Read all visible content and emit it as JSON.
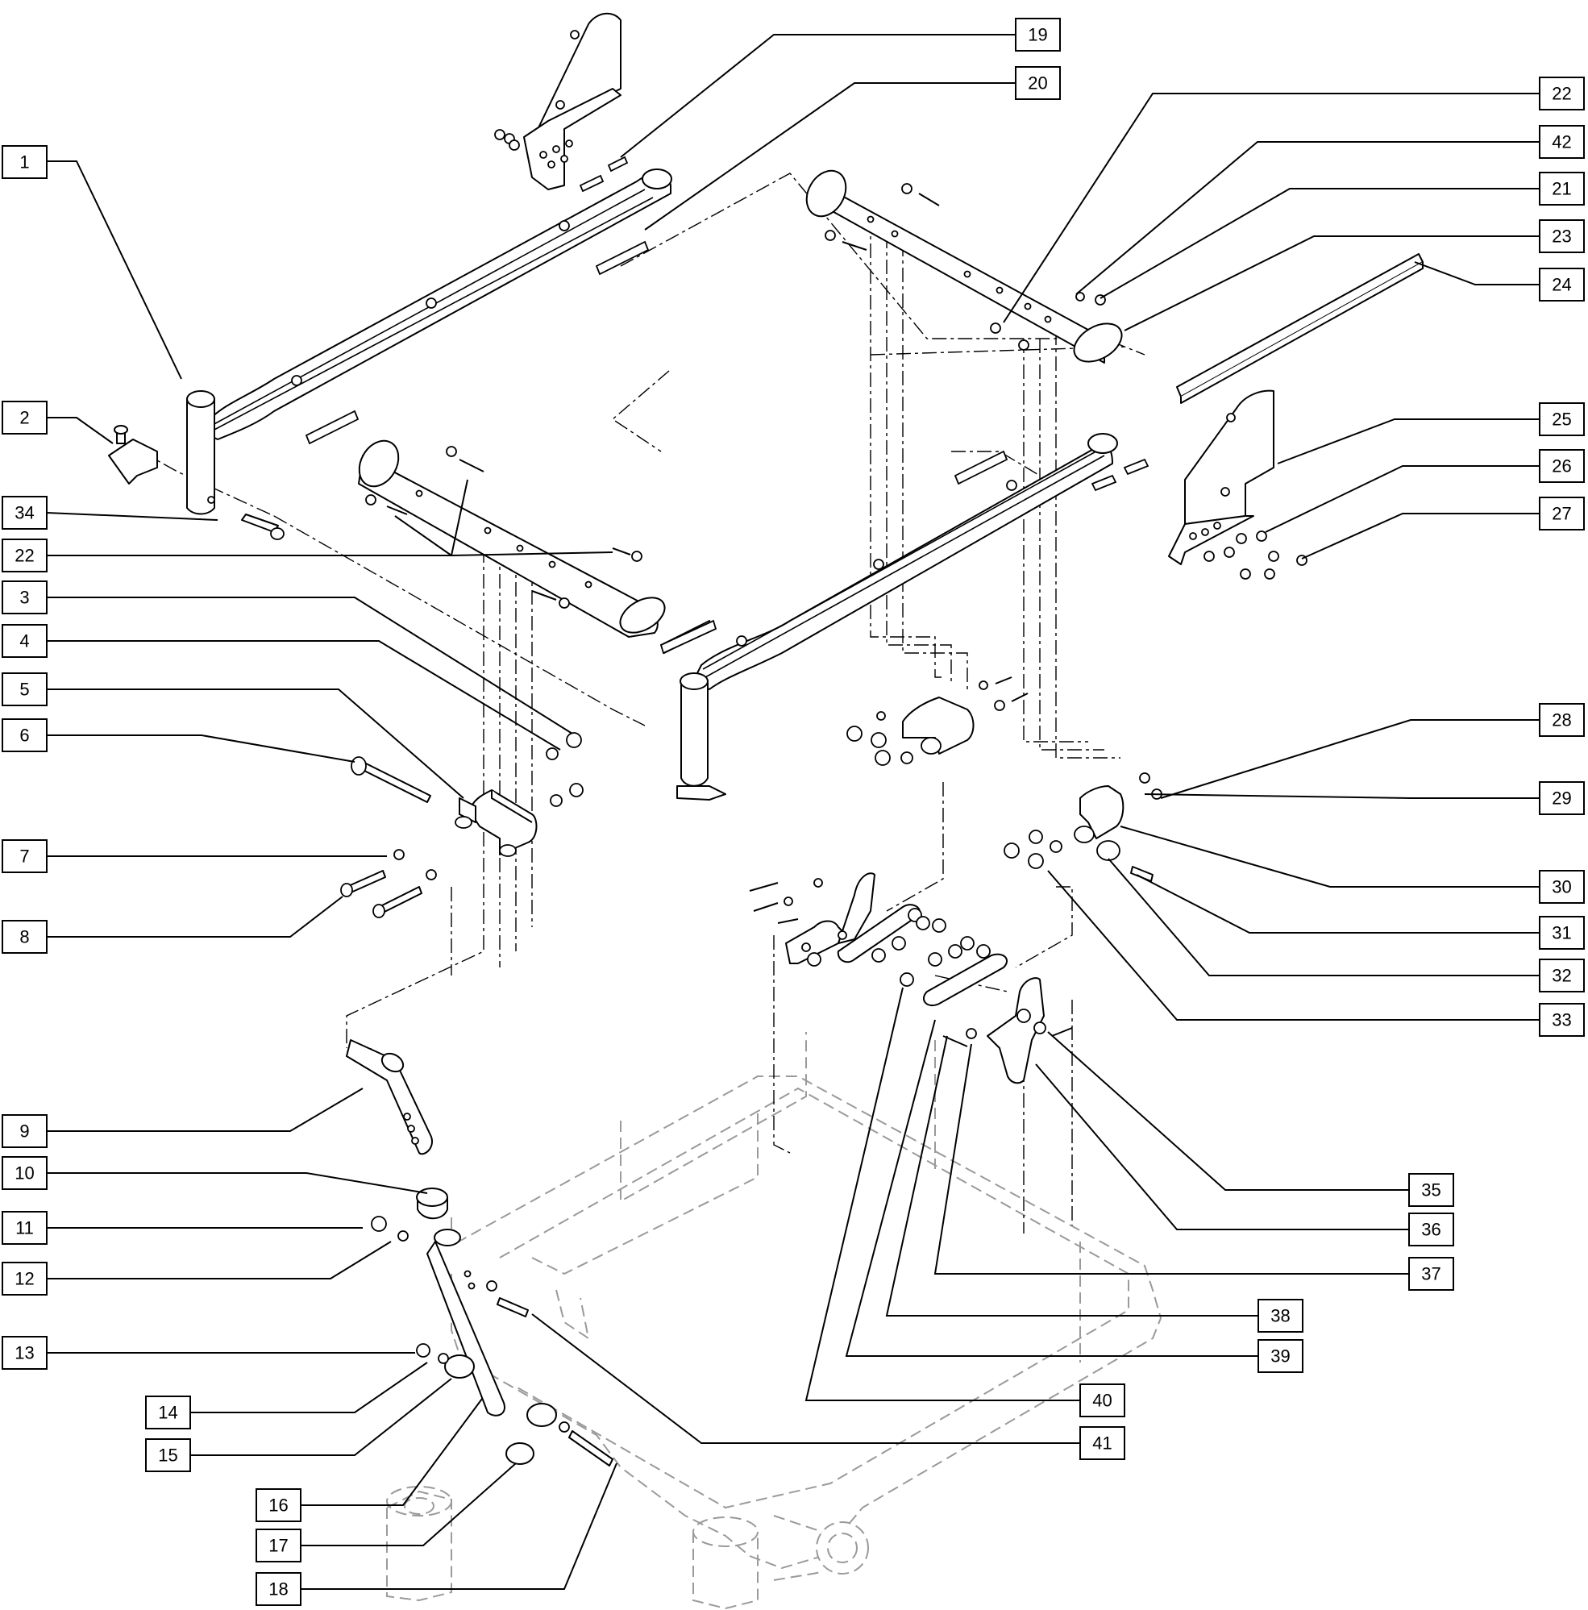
{
  "diagram": {
    "callouts": [
      {
        "id": "c1",
        "label": "1"
      },
      {
        "id": "c2",
        "label": "2"
      },
      {
        "id": "c34",
        "label": "34"
      },
      {
        "id": "c22a",
        "label": "22"
      },
      {
        "id": "c3",
        "label": "3"
      },
      {
        "id": "c4",
        "label": "4"
      },
      {
        "id": "c5",
        "label": "5"
      },
      {
        "id": "c6",
        "label": "6"
      },
      {
        "id": "c7",
        "label": "7"
      },
      {
        "id": "c8",
        "label": "8"
      },
      {
        "id": "c9",
        "label": "9"
      },
      {
        "id": "c10",
        "label": "10"
      },
      {
        "id": "c11",
        "label": "11"
      },
      {
        "id": "c12",
        "label": "12"
      },
      {
        "id": "c13",
        "label": "13"
      },
      {
        "id": "c14",
        "label": "14"
      },
      {
        "id": "c15",
        "label": "15"
      },
      {
        "id": "c16",
        "label": "16"
      },
      {
        "id": "c17",
        "label": "17"
      },
      {
        "id": "c18",
        "label": "18"
      },
      {
        "id": "c19",
        "label": "19"
      },
      {
        "id": "c20",
        "label": "20"
      },
      {
        "id": "c22b",
        "label": "22"
      },
      {
        "id": "c42",
        "label": "42"
      },
      {
        "id": "c21",
        "label": "21"
      },
      {
        "id": "c23",
        "label": "23"
      },
      {
        "id": "c24",
        "label": "24"
      },
      {
        "id": "c25",
        "label": "25"
      },
      {
        "id": "c26",
        "label": "26"
      },
      {
        "id": "c27",
        "label": "27"
      },
      {
        "id": "c28",
        "label": "28"
      },
      {
        "id": "c29",
        "label": "29"
      },
      {
        "id": "c30",
        "label": "30"
      },
      {
        "id": "c31",
        "label": "31"
      },
      {
        "id": "c32",
        "label": "32"
      },
      {
        "id": "c33",
        "label": "33"
      },
      {
        "id": "c35",
        "label": "35"
      },
      {
        "id": "c36",
        "label": "36"
      },
      {
        "id": "c37",
        "label": "37"
      },
      {
        "id": "c38",
        "label": "38"
      },
      {
        "id": "c39",
        "label": "39"
      },
      {
        "id": "c40",
        "label": "40"
      },
      {
        "id": "c41",
        "label": "41"
      }
    ]
  }
}
